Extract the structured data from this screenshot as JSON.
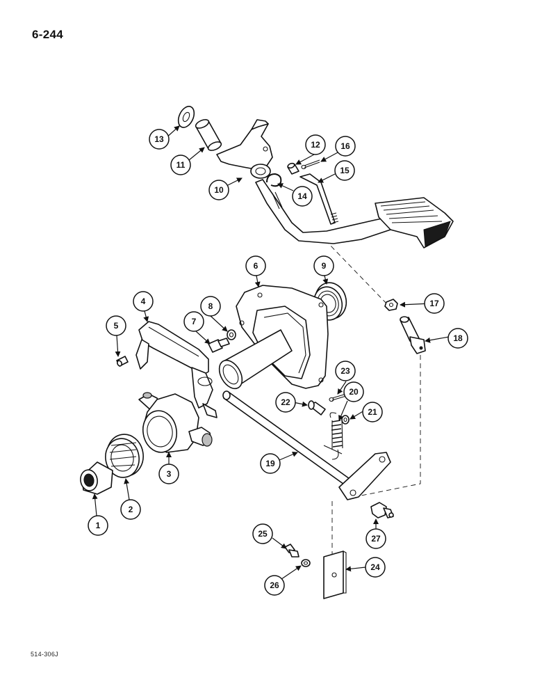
{
  "page_number": "6-244",
  "figure_ref": "514-306J",
  "callouts": [
    "1",
    "2",
    "3",
    "4",
    "5",
    "6",
    "7",
    "8",
    "9",
    "10",
    "11",
    "12",
    "13",
    "14",
    "15",
    "16",
    "17",
    "18",
    "19",
    "20",
    "21",
    "22",
    "23",
    "24",
    "25",
    "26",
    "27"
  ]
}
